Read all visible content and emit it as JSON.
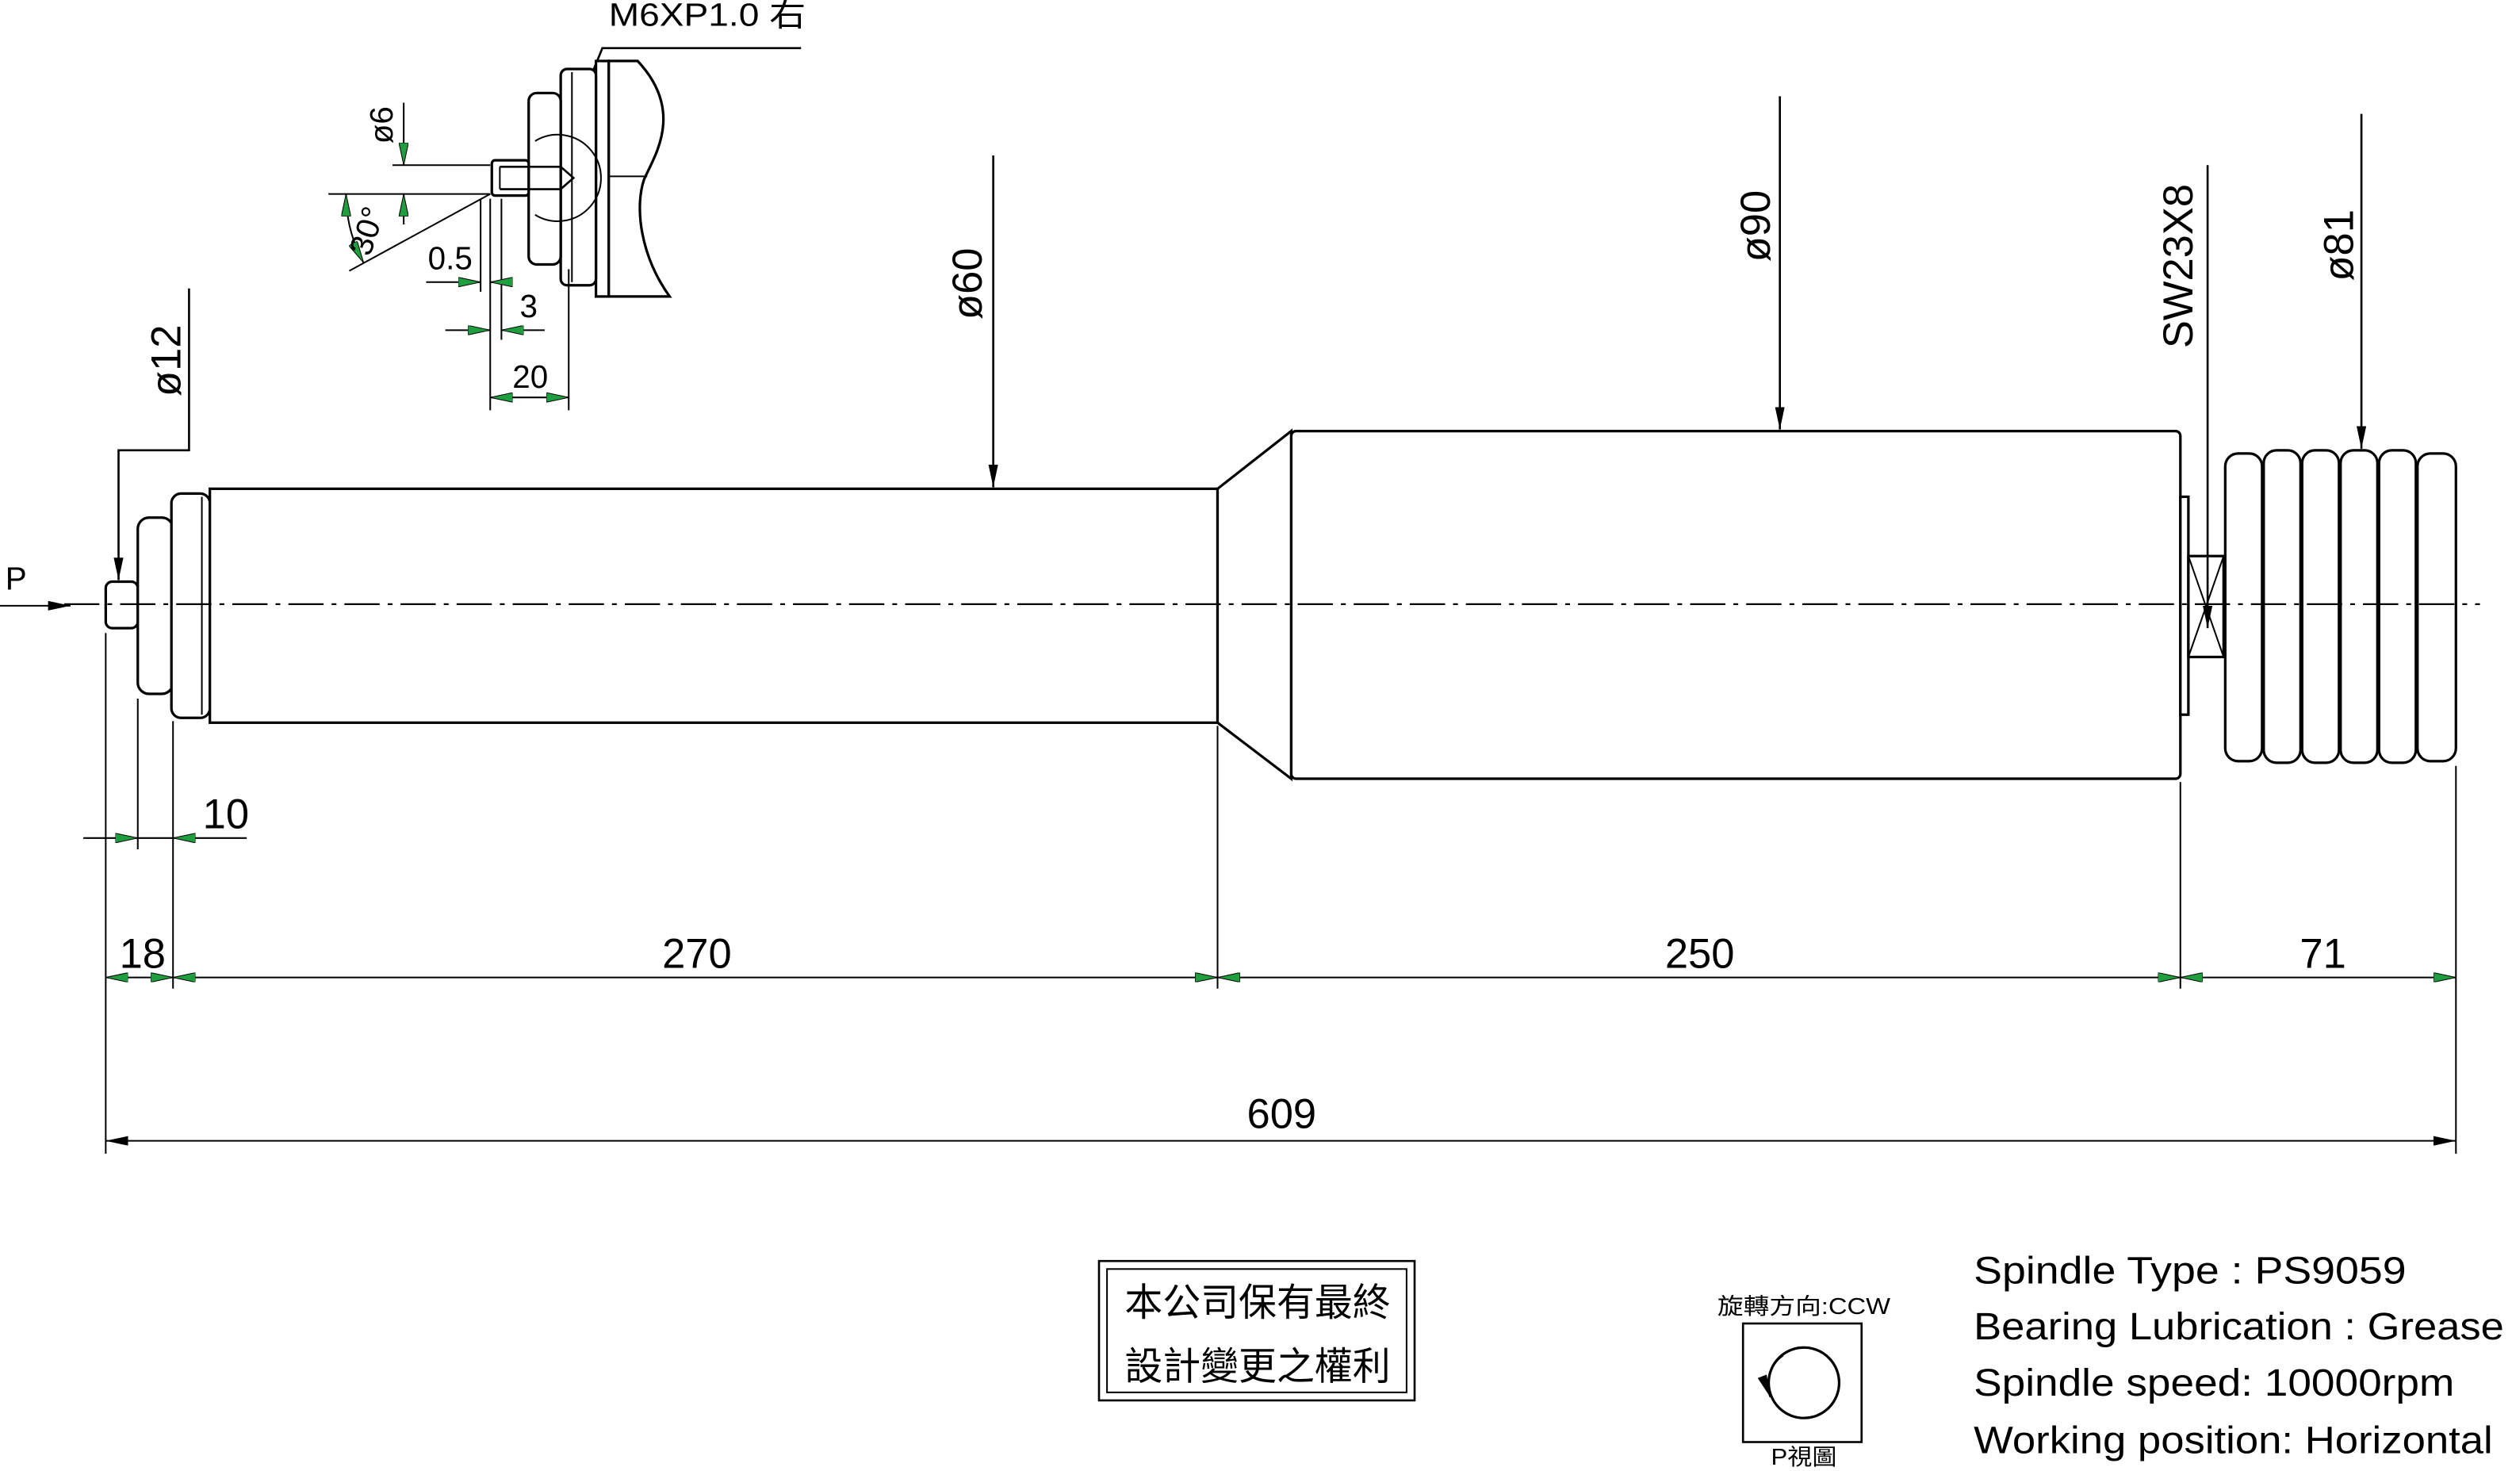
{
  "drawing": {
    "detail": {
      "thread_callout": "M6XP1.0 右",
      "hole_diameter": "ø6",
      "angle": "30°",
      "dim_small": "0.5",
      "dim_depth": "3",
      "dim_length": "20"
    },
    "callouts": {
      "tip_diameter": "ø12",
      "shaft_diameter": "ø60",
      "housing_diameter": "ø90",
      "wrench_flats": "SW23X8",
      "nut_diameter": "ø81"
    },
    "view_marker": "P",
    "dimensions": {
      "flange": "10",
      "segment_1": "18",
      "segment_2": "270",
      "segment_3": "250",
      "segment_4": "71",
      "overall": "609"
    },
    "notice": {
      "line1": "本公司保有最終",
      "line2": "設計變更之權利"
    },
    "rotation_view": {
      "direction": "旋轉方向:CCW",
      "caption": "P視圖"
    },
    "specs": [
      "Spindle Type : PS9059",
      "Bearing Lubrication : Grease",
      "Spindle speed: 10000rpm",
      "Working position: Horizontal"
    ]
  },
  "colors": {
    "line": "#000000",
    "dimension_arrow": "#1e9e3e",
    "background": "#ffffff"
  }
}
